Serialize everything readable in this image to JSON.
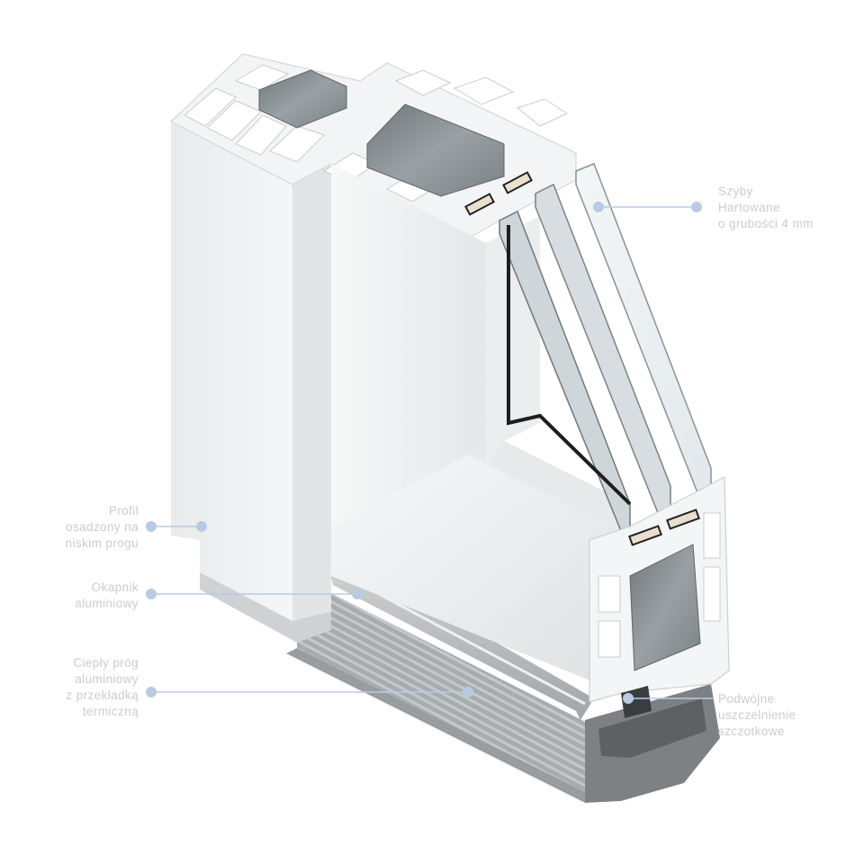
{
  "colors": {
    "callout_line": "#b8cbe3",
    "callout_dot": "#b8cbe3",
    "label_text": "#c9ccd2",
    "pvc_white": "#f2f3f4",
    "pvc_shadow": "#d9dbde",
    "steel": "#8f9699",
    "aluminium": "#b4b6b8",
    "glass": "#e6ecef",
    "seal": "#2a2a2a"
  },
  "callouts": [
    {
      "id": "glass",
      "lines": [
        "Szyby",
        "Hartowane",
        "o grubości 4 mm"
      ]
    },
    {
      "id": "profile",
      "lines": [
        "Profil",
        "osadzony na",
        "niskim progu"
      ]
    },
    {
      "id": "drip",
      "lines": [
        "Okapnik",
        "aluminiowy"
      ]
    },
    {
      "id": "threshold",
      "lines": [
        "Ciepły próg",
        "aluminiowy",
        "z przekładką",
        "termiczną"
      ]
    },
    {
      "id": "seal",
      "lines": [
        "Podwójne",
        "uszczelnienie",
        "szczotkowe"
      ]
    }
  ]
}
